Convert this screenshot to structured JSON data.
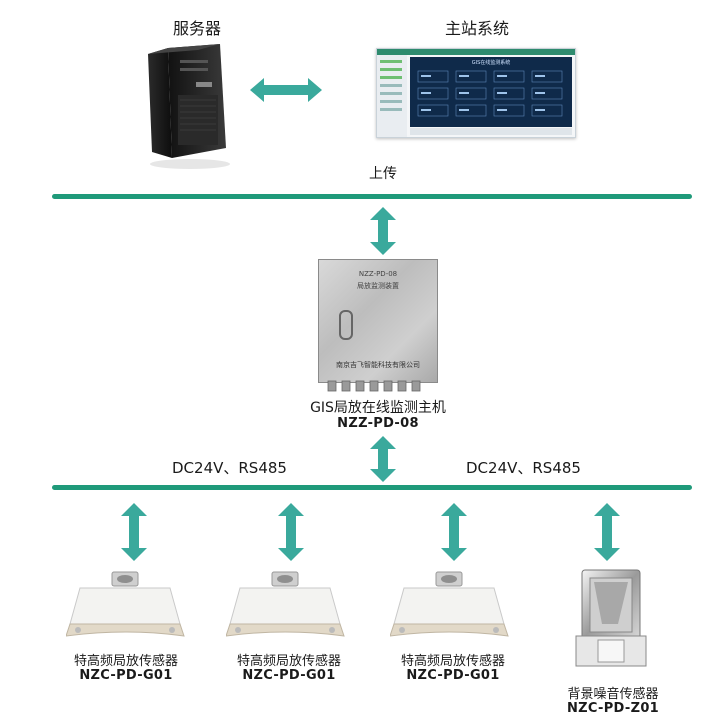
{
  "top": {
    "server_label": "服务器",
    "master_label": "主站系统",
    "upload_label": "上传",
    "screen_title": "GIS在线监测系统"
  },
  "host": {
    "panel_line1": "NZZ-PD-08",
    "panel_line2": "局放监测装置",
    "panel_company": "南京吉飞智能科技有限公司",
    "name": "GIS局放在线监测主机",
    "model": "NZZ-PD-08"
  },
  "bus2": {
    "left_label": "DC24V、RS485",
    "right_label": "DC24V、RS485"
  },
  "sensors": [
    {
      "name": "特高频局放传感器",
      "model": "NZC-PD-G01"
    },
    {
      "name": "特高频局放传感器",
      "model": "NZC-PD-G01"
    },
    {
      "name": "特高频局放传感器",
      "model": "NZC-PD-G01"
    },
    {
      "name": "背景噪音传感器",
      "model": "NZC-PD-Z01"
    }
  ],
  "colors": {
    "bus": "#1f9a7a",
    "arrow": "#3aa99c",
    "screen_bg": "#0f2a4a"
  }
}
